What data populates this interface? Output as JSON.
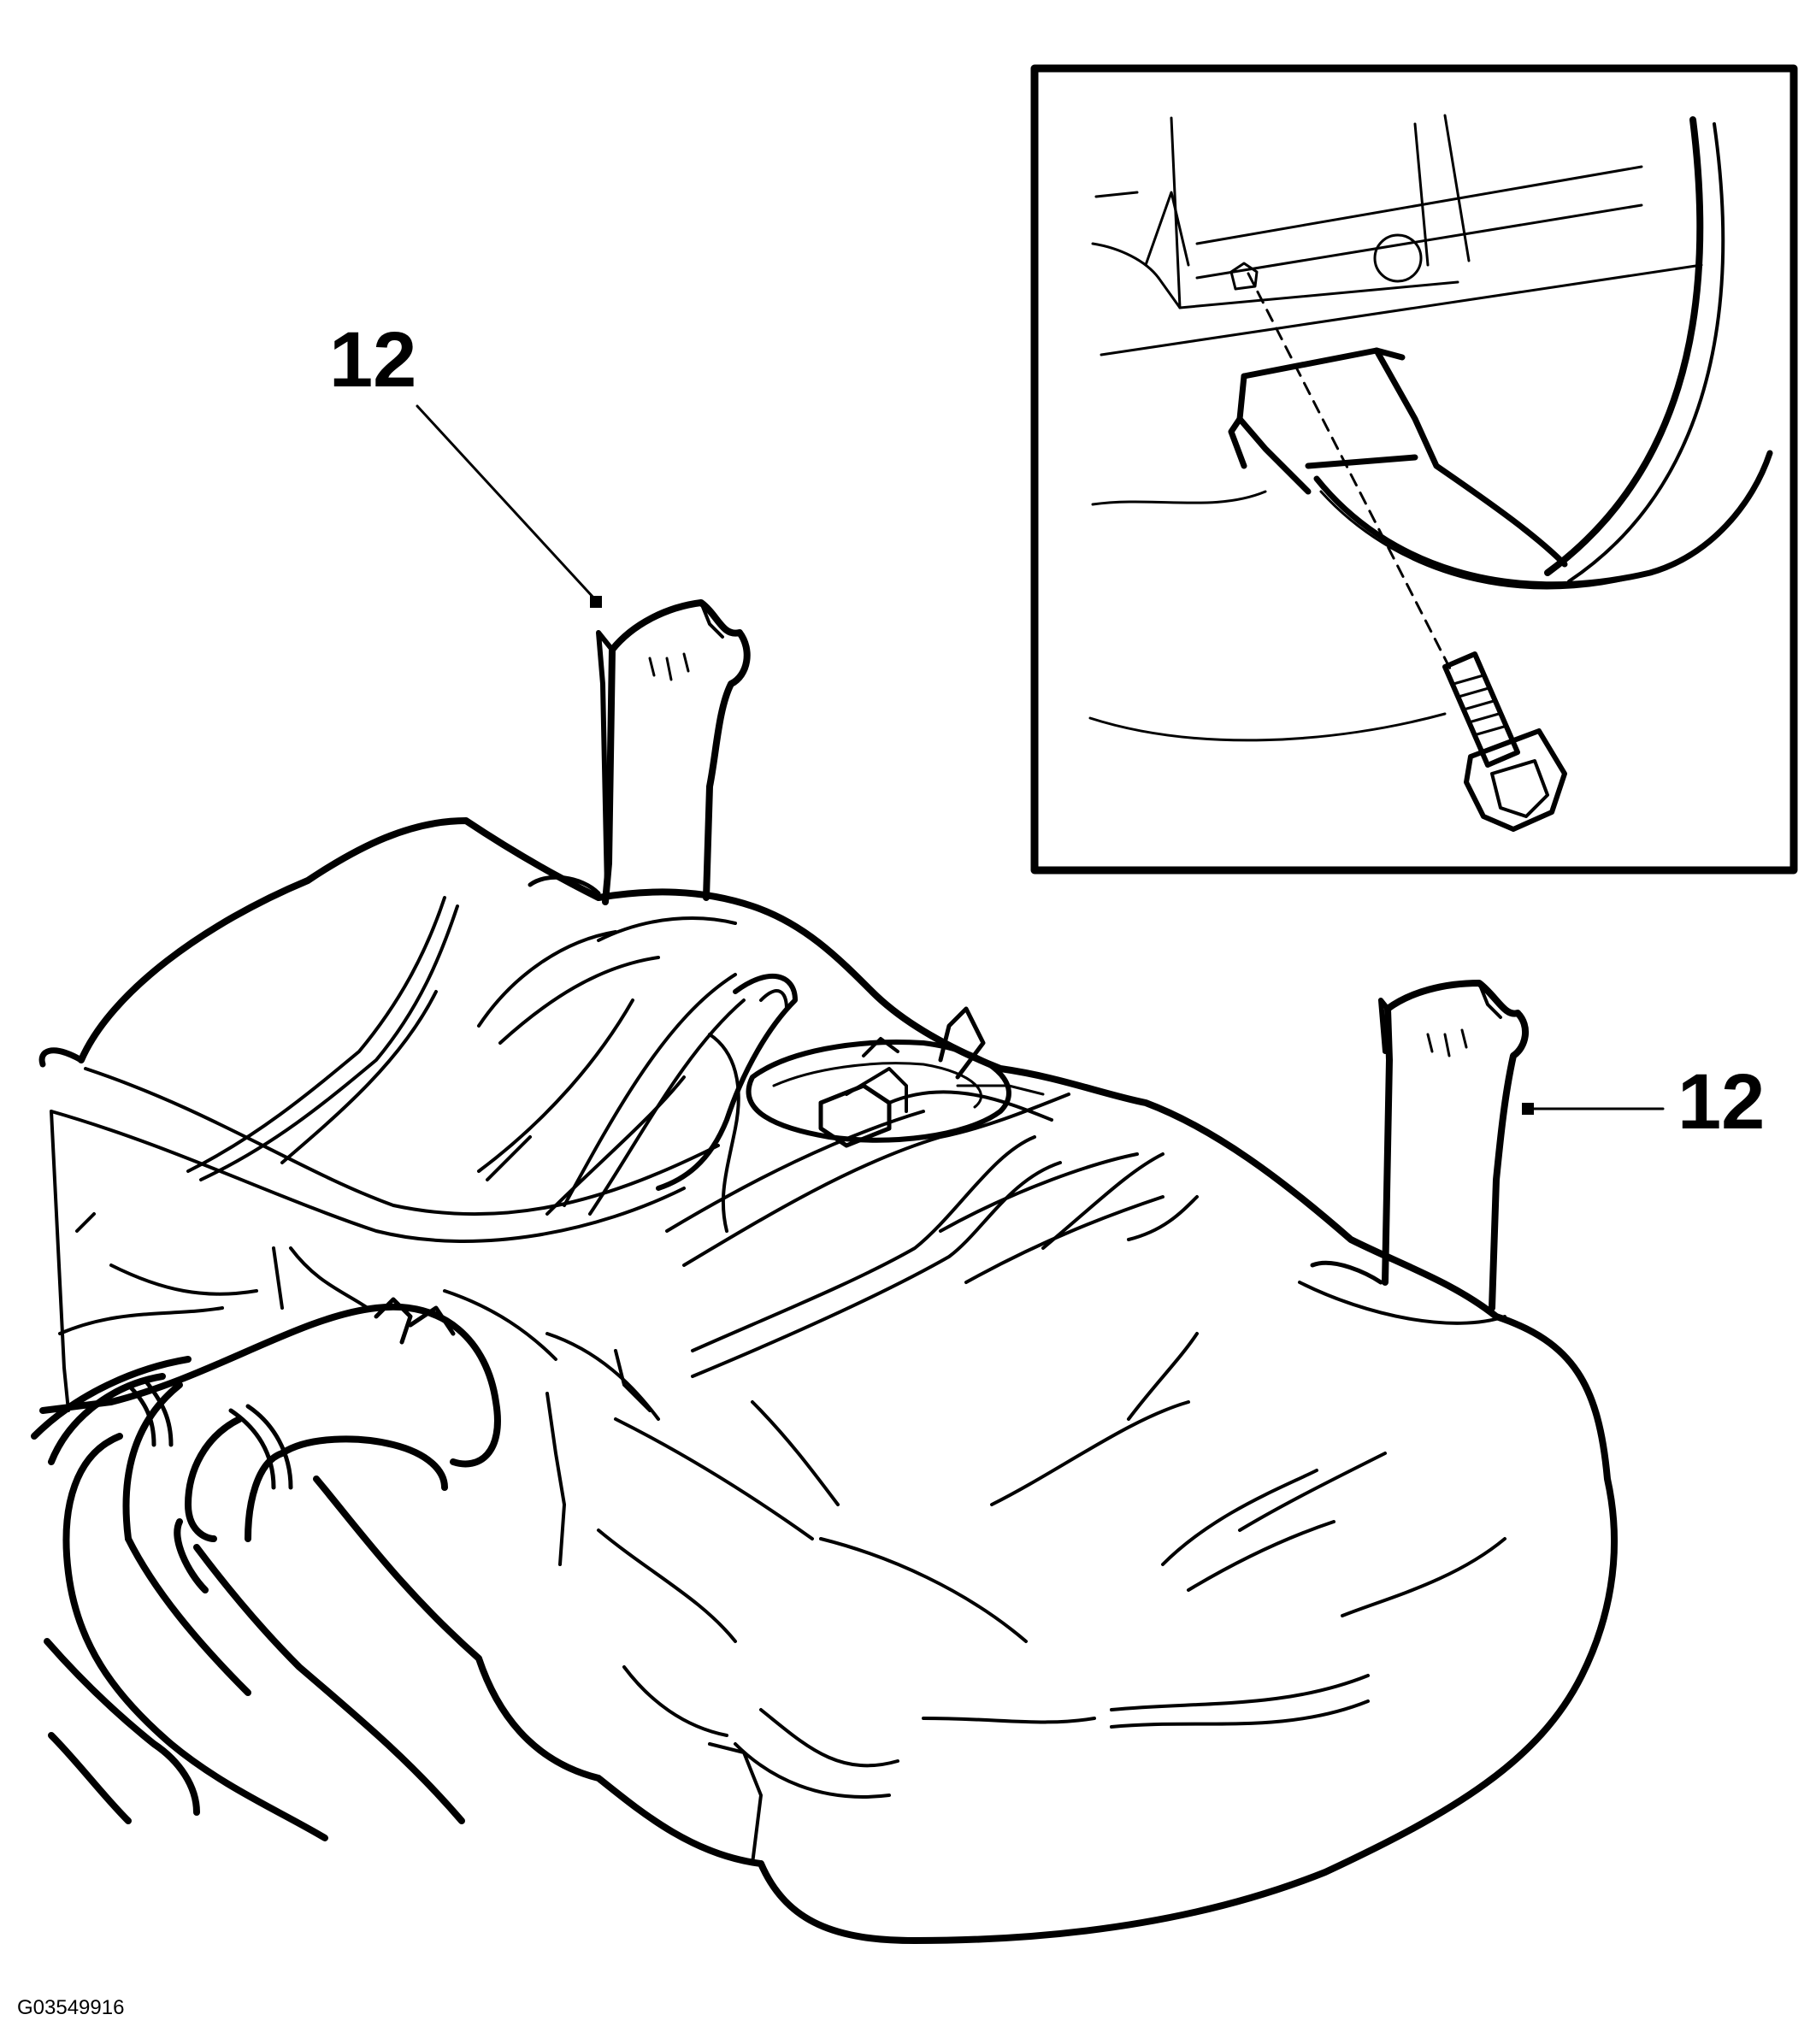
{
  "callouts": [
    {
      "label": "12"
    },
    {
      "label": "12"
    }
  ],
  "figure_id": "G03549916",
  "colors": {
    "ink": "#000000",
    "paper": "#ffffff"
  }
}
